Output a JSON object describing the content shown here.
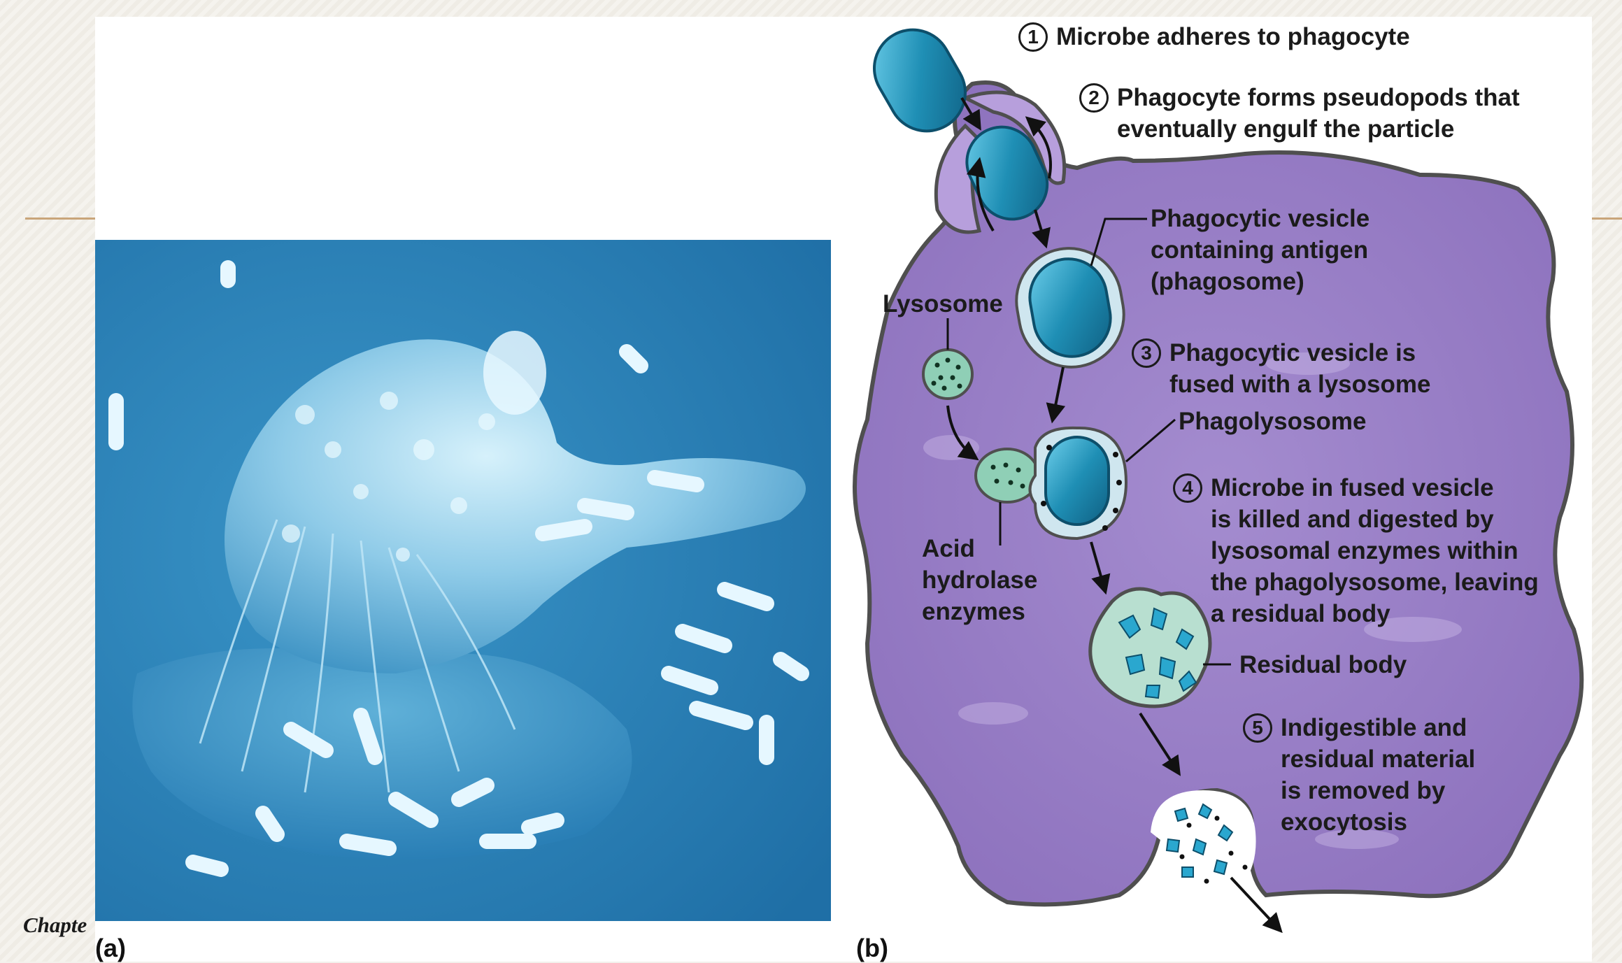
{
  "footer": {
    "chapter_text": "Chapte"
  },
  "panels": {
    "a_label": "(a)",
    "b_label": "(b)"
  },
  "steps": [
    {
      "num": "1",
      "text": "Microbe adheres to phagocyte"
    },
    {
      "num": "2",
      "text": "Phagocyte forms pseudopods that\neventually engulf the particle"
    },
    {
      "num": "3",
      "text": "Phagocytic vesicle is\nfused with a lysosome"
    },
    {
      "num": "4",
      "text": "Microbe in fused vesicle\nis killed and digested by\nlysosomal enzymes within\nthe phagolysosome, leaving\na residual body"
    },
    {
      "num": "5",
      "text": "Indigestible and\nresidual material\nis removed by\nexocytosis"
    }
  ],
  "labels": {
    "phagocytic_vesicle": "Phagocytic vesicle\ncontaining antigen\n(phagosome)",
    "lysosome": "Lysosome",
    "phagolysosome": "Phagolysosome",
    "acid_hydrolase": "Acid\nhydrolase\nenzymes",
    "residual_body": "Residual body"
  },
  "colors": {
    "cell_fill": "#9a7fc4",
    "microbe": "#1f8fb5",
    "vesicle": "#a8d8c8",
    "photo_bg": "#2b7fb8"
  }
}
